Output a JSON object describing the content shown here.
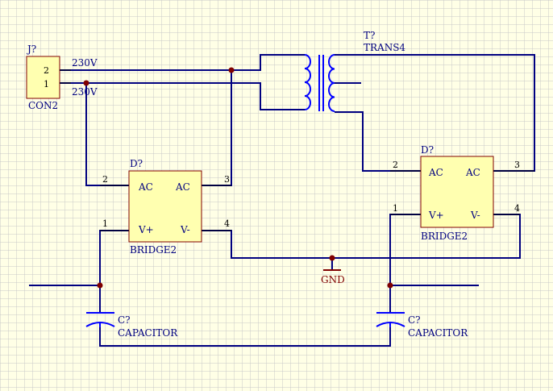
{
  "colors": {
    "background": "#ffffe6",
    "grid": "#c8c8c8",
    "wire": "#000080",
    "pin": "#000000",
    "body_fill": "#ffffb0",
    "body_stroke": "#800000",
    "junction": "#800000",
    "coil": "#0000ff",
    "ground": "#800000"
  },
  "connector": {
    "ref": "J?",
    "value": "CON2",
    "pin_2": "2",
    "pin_1": "1",
    "net_top": "230V",
    "net_bottom": "230V"
  },
  "transformer": {
    "ref": "T?",
    "value": "TRANS4"
  },
  "bridge_left": {
    "ref": "D?",
    "value": "BRIDGE2",
    "ac_left": "AC",
    "ac_right": "AC",
    "v_plus": "V+",
    "v_minus": "V-",
    "pin_2": "2",
    "pin_3": "3",
    "pin_1": "1",
    "pin_4": "4"
  },
  "bridge_right": {
    "ref": "D?",
    "value": "BRIDGE2",
    "ac_left": "AC",
    "ac_right": "AC",
    "v_plus": "V+",
    "v_minus": "V-",
    "pin_2": "2",
    "pin_3": "3",
    "pin_1": "1",
    "pin_4": "4"
  },
  "capacitor_left": {
    "ref": "C?",
    "value": "CAPACITOR"
  },
  "capacitor_right": {
    "ref": "C?",
    "value": "CAPACITOR"
  },
  "ground": {
    "label": "GND"
  }
}
